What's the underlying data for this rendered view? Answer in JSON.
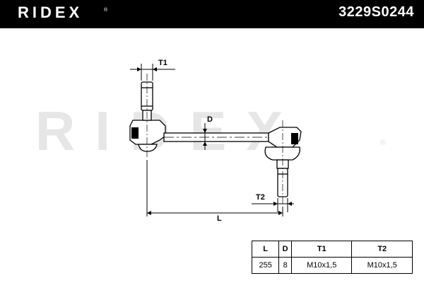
{
  "header": {
    "brand": "RIDEX",
    "registered": "®",
    "part_number": "3229S0244"
  },
  "watermark": {
    "text": "RIDEX",
    "registered": "®"
  },
  "dimensions": {
    "t1_label": "T1",
    "t2_label": "T2",
    "d_label": "D",
    "l_label": "L"
  },
  "specs": {
    "headers": [
      "L",
      "D",
      "T1",
      "T2"
    ],
    "values": [
      "255",
      "8",
      "M10x1,5",
      "M10x1,5"
    ]
  },
  "colors": {
    "header_bg": "#000000",
    "header_text": "#ffffff",
    "watermark": "#e6e6e6",
    "line": "#000000"
  }
}
